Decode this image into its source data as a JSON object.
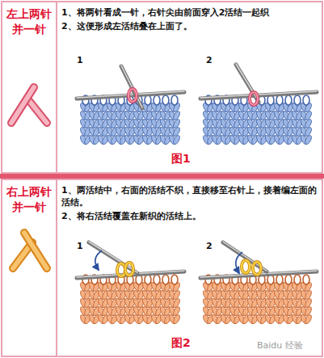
{
  "diagram": {
    "nodes": [
      {
        "text": [
          "左上两针并一针"
        ]
      },
      {
        "text": [
          "1、将两针看成一针，右针尖由前面穿入2活结一起织",
          "2、这便形成左活结叠在上面了。"
        ]
      },
      {
        "text": [
          "右上两针并一针"
        ]
      },
      {
        "text": [
          "1、两活结中，右面的活结不织，直接移至右针上，接着编左面的活结。",
          "2、将右活结覆盖在新织的活结上。"
        ]
      }
    ],
    "labels": [
      "1",
      "2",
      "图1",
      "1",
      "2",
      "图2",
      "Baidu 经验"
    ]
  }
}
